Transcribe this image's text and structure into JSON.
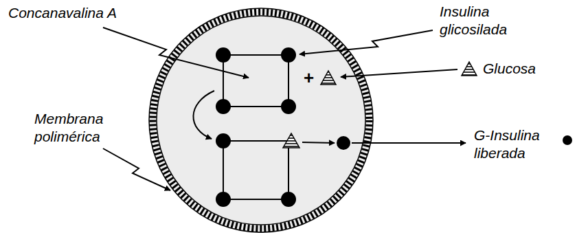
{
  "diagram": {
    "labels": [
      "Concanavalina A",
      "Insulina glicosilada",
      "+",
      "Glucosa",
      "Membrana polimérica",
      "G-Insulina liberada"
    ]
  }
}
